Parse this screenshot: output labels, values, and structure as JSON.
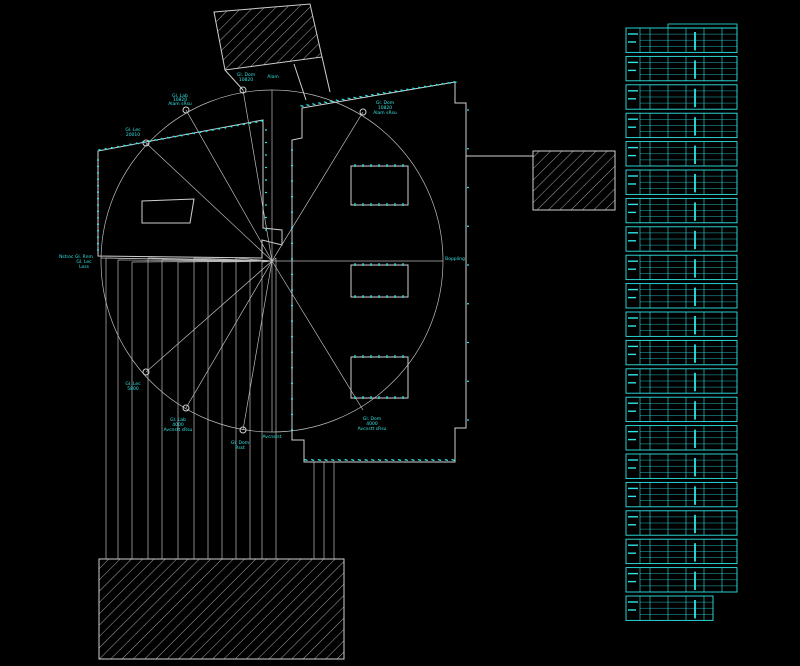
{
  "drawing": {
    "background": "#000000",
    "line_color": "#cfcfcf",
    "annotation_color": "#35e0e0",
    "labels": {
      "top_point": [
        "Gl. Dom",
        "10820",
        "Alam"
      ],
      "nw_point": [
        "Gl. Lab",
        "10820",
        "Alam sRsu"
      ],
      "left_upper_point": [
        "Gl. Lec",
        "20010"
      ],
      "ne_point": [
        "Gl. Dom",
        "10820",
        "Alam sRsu"
      ],
      "left_edge_point": [
        "Nstroc Gl. Rnm",
        "Gl. Lec",
        "Loss"
      ],
      "right_edge_label": "Boppling",
      "sw_point": [
        "Gl. Lec",
        "5800"
      ],
      "ssw_point": [
        "Gl. Lab",
        "4000",
        "Avcnstt sRsu"
      ],
      "s_point": [
        "Gl. Dom",
        "Rsst"
      ],
      "bottom_center": "Avcnstst",
      "se_point": [
        "Gl. Dom",
        "4000",
        "Avcnstt sRsu"
      ]
    }
  }
}
